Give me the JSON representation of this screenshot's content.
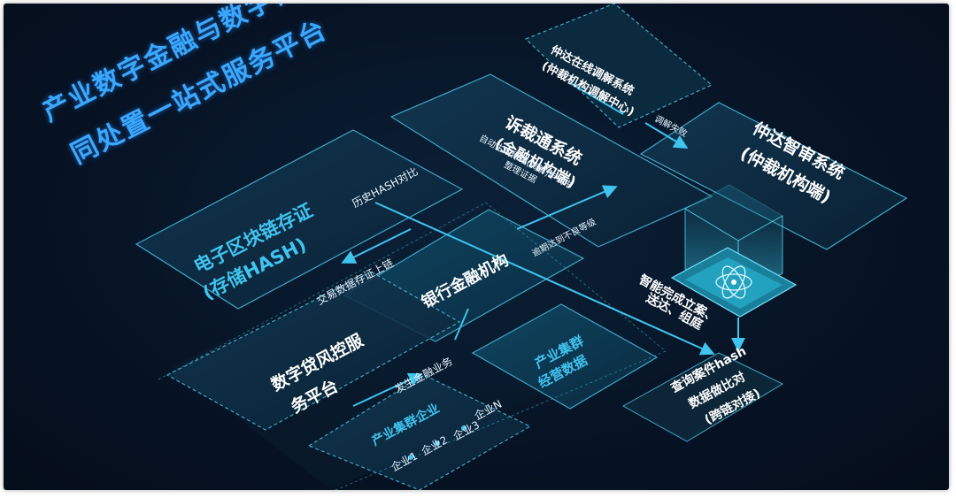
{
  "title": {
    "line1": "产业数字金融与数字仲裁协",
    "line2": "同处置一站式服务平台"
  },
  "panels": {
    "online_mediation": {
      "line1": "仲达在线调解系统",
      "line2": "(仲裁机构调解中心)"
    },
    "litigation": {
      "line1": "诉裁通系统",
      "line2": "(金融机构端)",
      "sub1": "自动生成仲裁(调解)申请书",
      "sub2": "整理证据"
    },
    "smart_trial": {
      "line1": "仲达智审系统",
      "line2": "(仲裁机构端)"
    },
    "blockchain": {
      "line1": "电子区块链存证",
      "line2": "(存储HASH)"
    },
    "bank": {
      "label": "银行金融机构"
    },
    "risk_platform": {
      "line1": "数字贷风控服",
      "line2": "务平台"
    },
    "industry_ops": {
      "line1": "产业集群",
      "line2": "经营数据"
    },
    "industry_enterprise": {
      "label": "产业集群企业",
      "companies": [
        "企业1",
        "企业2",
        "企业3",
        "企业N"
      ]
    }
  },
  "annotations": {
    "history_hash": "历史HASH对比",
    "tx_chain": "交易数据存证上链",
    "fin_business": "发生金融业务",
    "overdue": "逾期达到不良等级",
    "mediation_fail": "调解失败",
    "smart_case": {
      "line1": "智能完成立案、",
      "line2": "送达、组庭"
    },
    "query_hash": {
      "line1": "查询案件hash",
      "line2": "数据做比对",
      "line3": "(跨链对接)"
    }
  },
  "colors": {
    "accent": "#3fc4f0",
    "title": "#3aa8ff",
    "panel_border": "#3fa6c8",
    "background": "#071426"
  }
}
